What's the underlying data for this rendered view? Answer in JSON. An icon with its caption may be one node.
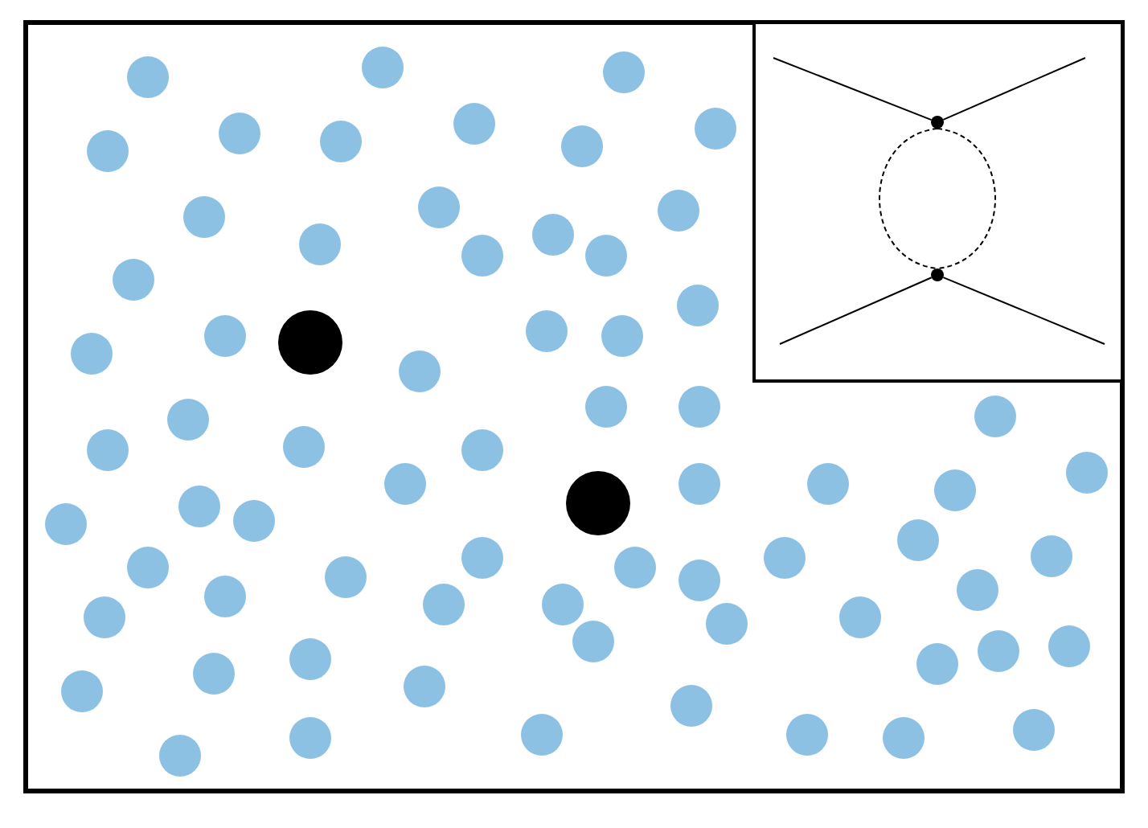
{
  "diagram": {
    "nodes": [
      {
        "text": [],
        "shape": "circle"
      },
      {
        "text": [],
        "shape": "circle"
      }
    ],
    "edges": [
      {
        "from": null,
        "to": 0,
        "arrow": "none"
      },
      {
        "from": null,
        "to": 0,
        "arrow": "none"
      },
      {
        "from": null,
        "to": 1,
        "arrow": "none"
      },
      {
        "from": null,
        "to": 1,
        "arrow": "none"
      },
      {
        "from": 0,
        "to": 1,
        "arrow": "none",
        "style": "dashed"
      },
      {
        "from": 0,
        "to": 1,
        "arrow": "none",
        "style": "dashed"
      }
    ]
  }
}
